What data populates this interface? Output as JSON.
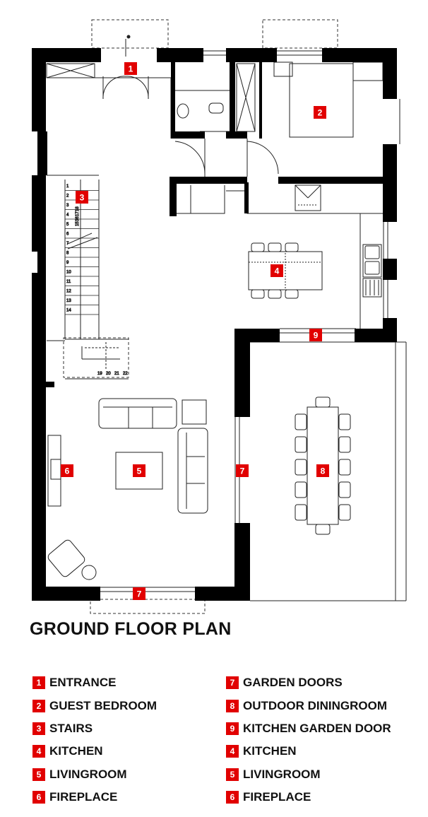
{
  "title": "GROUND FLOOR PLAN",
  "colors": {
    "wall": "#000000",
    "badge": "#e10000",
    "line": "#222222"
  },
  "room_badges": [
    {
      "num": "1",
      "room": "entrance"
    },
    {
      "num": "2",
      "room": "guest-bedroom"
    },
    {
      "num": "3",
      "room": "stairs"
    },
    {
      "num": "4",
      "room": "kitchen"
    },
    {
      "num": "5",
      "room": "livingroom"
    },
    {
      "num": "6",
      "room": "fireplace"
    },
    {
      "num": "7",
      "room": "garden-doors-east"
    },
    {
      "num": "7",
      "room": "garden-doors-south"
    },
    {
      "num": "8",
      "room": "outdoor-diningroom"
    },
    {
      "num": "9",
      "room": "kitchen-garden-door"
    }
  ],
  "stair_steps": [
    "1",
    "2",
    "3",
    "4",
    "5",
    "6",
    "7",
    "8",
    "9",
    "10",
    "11",
    "12",
    "13",
    "14"
  ],
  "stair_upper_steps": [
    "15",
    "16",
    "17",
    "18"
  ],
  "stair_lower_steps": [
    "19",
    "20",
    "21",
    "22"
  ],
  "legend_left": [
    {
      "num": "1",
      "label": "ENTRANCE"
    },
    {
      "num": "2",
      "label": "GUEST BEDROOM"
    },
    {
      "num": "3",
      "label": "STAIRS"
    },
    {
      "num": "4",
      "label": "KITCHEN"
    },
    {
      "num": "5",
      "label": "LIVINGROOM"
    },
    {
      "num": "6",
      "label": "FIREPLACE"
    }
  ],
  "legend_right": [
    {
      "num": "7",
      "label": "GARDEN DOORS"
    },
    {
      "num": "8",
      "label": "OUTDOOR DININGROOM"
    },
    {
      "num": "9",
      "label": "KITCHEN GARDEN DOOR"
    },
    {
      "num": "4",
      "label": "KITCHEN"
    },
    {
      "num": "5",
      "label": "LIVINGROOM"
    },
    {
      "num": "6",
      "label": "FIREPLACE"
    }
  ]
}
